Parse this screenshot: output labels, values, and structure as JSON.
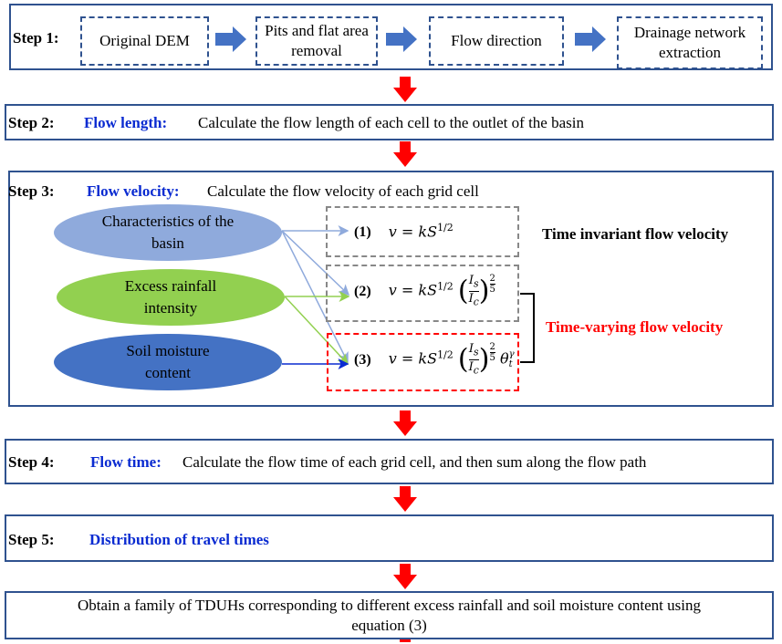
{
  "step1": {
    "label": "Step 1:",
    "boxes": [
      "Original DEM",
      "Pits and flat area removal",
      "Flow direction",
      "Drainage network extraction"
    ]
  },
  "step2": {
    "label": "Step 2:",
    "title": "Flow length:",
    "description": "Calculate the flow length of each cell to the outlet of the basin"
  },
  "step3": {
    "label": "Step 3:",
    "title": "Flow velocity:",
    "description": "Calculate the flow velocity of each grid cell",
    "inputs": [
      "Characteristics of the basin",
      "Excess rainfall intensity",
      "Soil moisture content"
    ],
    "equations": [
      {
        "number": "(1)",
        "text": "v = kS^(1/2)"
      },
      {
        "number": "(2)",
        "text": "v = kS^(1/2) (Is/Ic)^(2/5)"
      },
      {
        "number": "(3)",
        "text": "v = kS^(1/2) (Is/Ic)^(2/5) θt^γ"
      }
    ],
    "invariant_label": "Time invariant flow velocity",
    "varying_label": "Time-varying flow velocity",
    "colors": {
      "basin": "#8faadc",
      "rainfall": "#92d050",
      "soil": "#4472c4",
      "varying": "#ff0000"
    }
  },
  "step4": {
    "label": "Step 4:",
    "title": "Flow time:",
    "description": "Calculate the flow time of each grid cell, and then sum along the flow path"
  },
  "step5": {
    "label": "Step 5:",
    "title": "Distribution of travel times"
  },
  "final": {
    "line1": "Obtain a family of TDUHs corresponding to different excess rainfall and soil moisture content using",
    "line2": "equation (3)"
  },
  "eq_sym": {
    "v": "v",
    "eq": "=",
    "k": "k",
    "S": "S",
    "half": "1/2",
    "Is": "I",
    "s": "s",
    "Ic": "I",
    "c": "c",
    "two": "2",
    "five": "5",
    "theta": "θ",
    "t": "t",
    "gamma": "γ",
    "lp": "(",
    "rp": ")"
  }
}
